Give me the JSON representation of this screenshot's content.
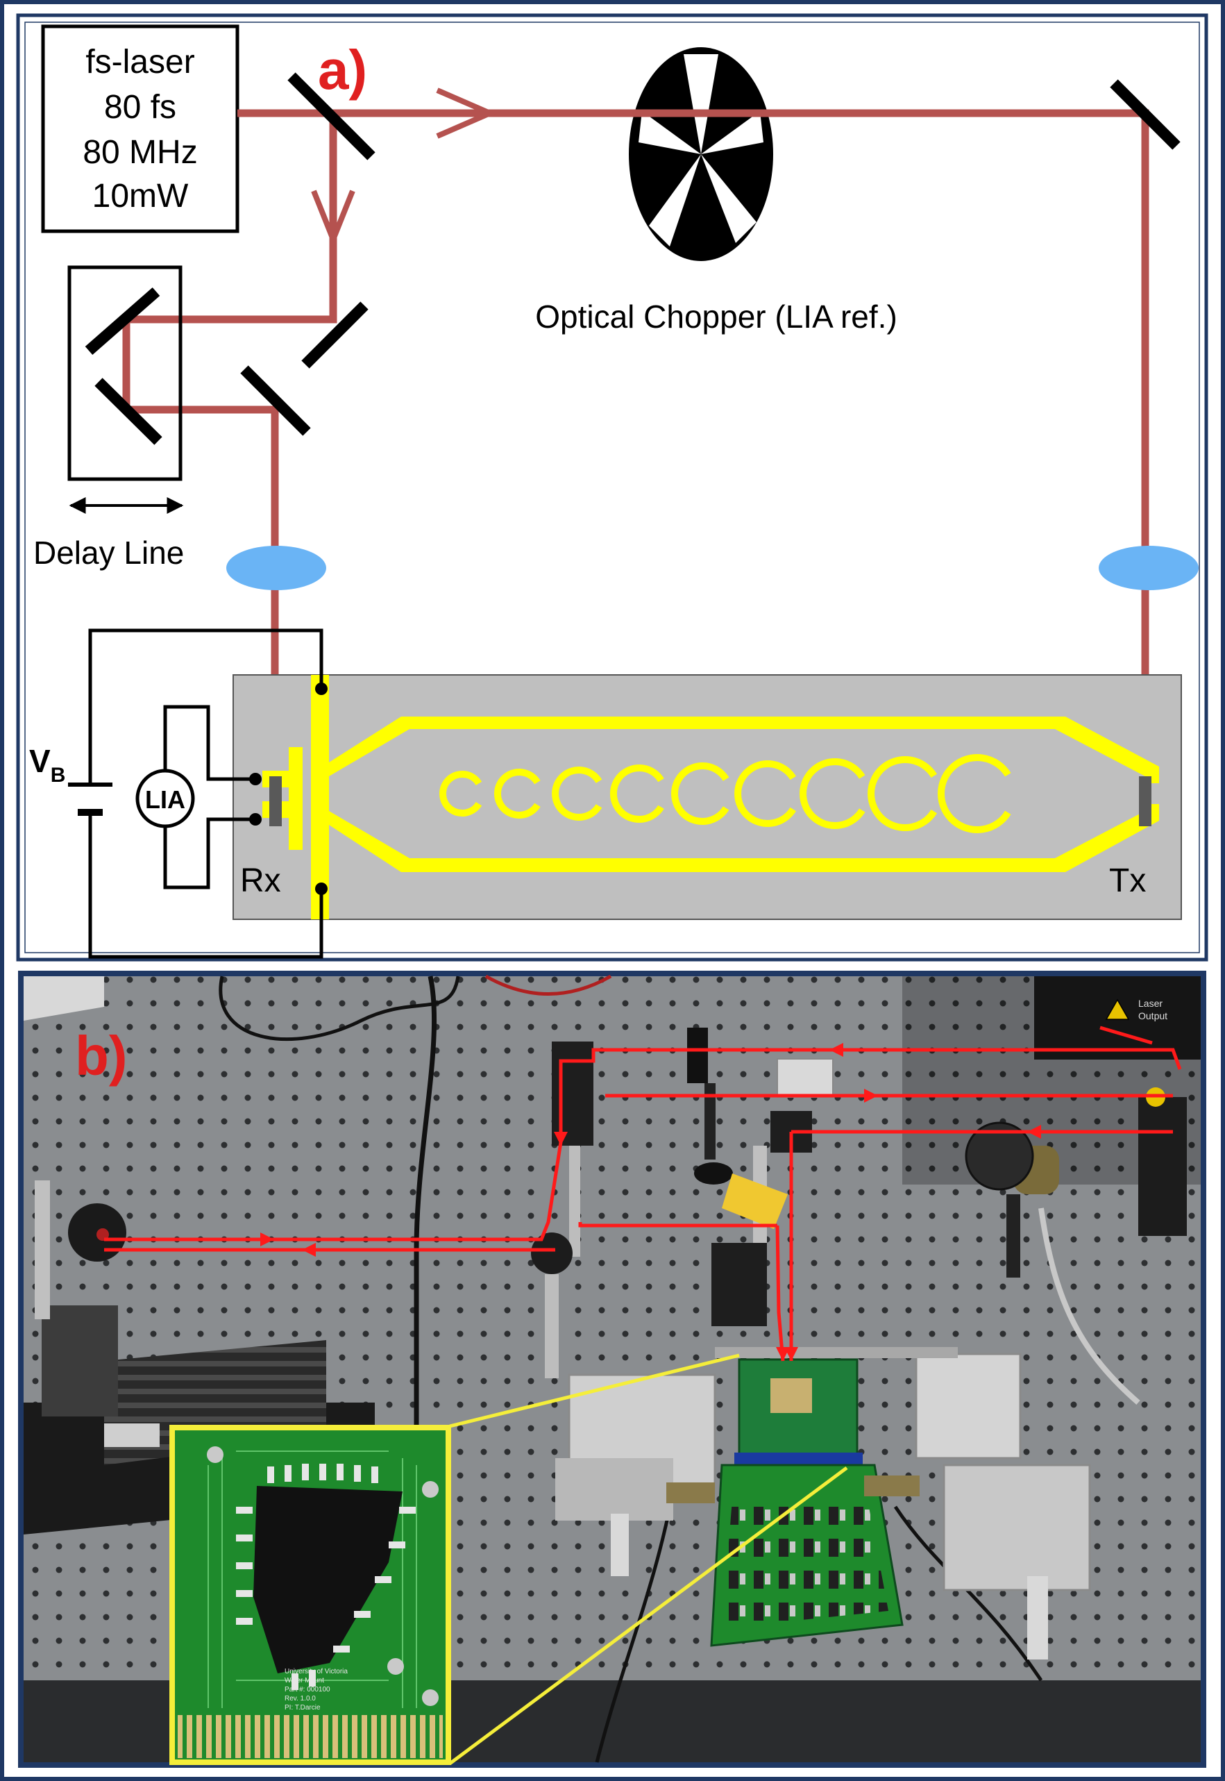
{
  "panel_a": {
    "label": "a)",
    "laser": {
      "line1": "fs-laser",
      "line2": "80 fs",
      "line3": "80 MHz",
      "line4": "10mW"
    },
    "chopper_label": "Optical Chopper (LIA ref.)",
    "delay_label": "Delay Line",
    "bias_label": "V",
    "bias_sub": "B",
    "lia_label": "LIA",
    "rx_label": "Rx",
    "tx_label": "Tx"
  },
  "panel_b": {
    "label": "b)",
    "laser_label": "Laser",
    "laser_sub": "Output",
    "board_text": {
      "line1": "University of Victoria",
      "line2": "Wafer Mount",
      "line3": "Part #: 000100",
      "line4": "Rev. 1.0.0",
      "line5": "PI: T.Darcie"
    }
  },
  "colors": {
    "frame": "#1f3864",
    "beam": "#b5524f",
    "photo_beam": "#ff1a1a",
    "gold": "#ffff00",
    "substrate": "#bfbfbf",
    "lens": "#6ab4f5",
    "label_red": "#e02020",
    "pcb": "#1e8a2c",
    "inset_border": "#f5ee3a"
  }
}
